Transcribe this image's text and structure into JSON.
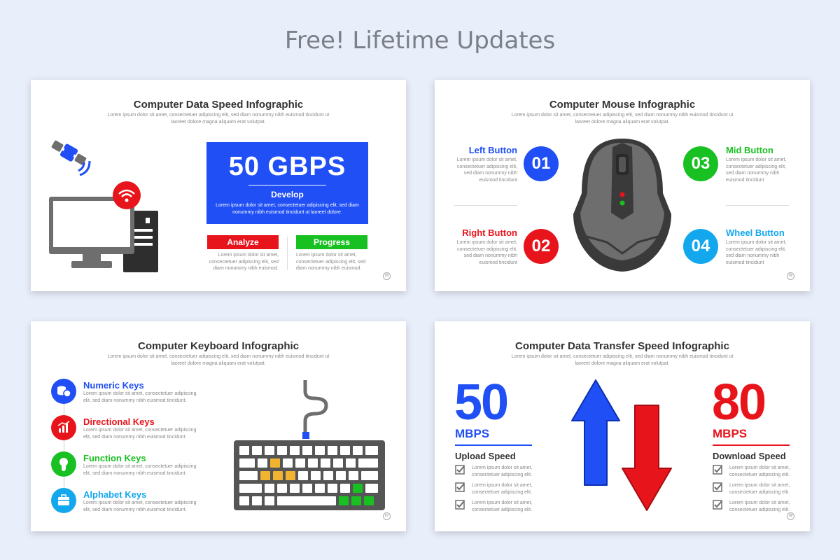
{
  "page_title": "Free! Lifetime Updates",
  "lorem_sub": "Lorem ipsum dolor sit amet, consectetuer adipiscing elit, sed diam nonummy nibh euismod tincidunt ut laoreet dolore magna aliquam erat volutpat.",
  "colors": {
    "blue": "#1f4ff5",
    "red": "#e8141b",
    "green": "#19c022",
    "cyan": "#13a7ee",
    "gray": "#6e6e6e"
  },
  "slide1": {
    "title": "Computer Data Speed Infographic",
    "big_value": "50 GBPS",
    "box_label": "Develop",
    "box_text": "Lorem ipsum dolor sit amet, consectetuer adipiscing elit, sed diam nonummy nibh euismod tincidunt ut laoreet dolore.",
    "tag1": "Analyze",
    "tag2": "Progress",
    "tag_text": "Lorem ipsum dolor sit amet, consectetuer adipiscing elit, sed diam nonummy nibh euismod.",
    "page": "05"
  },
  "slide2": {
    "title": "Computer Mouse Infographic",
    "items": [
      {
        "label": "Left Button",
        "num": "01",
        "text": "Lorem ipsum dolor sit amet, consectetuer adipiscing elit, sed diam nonummy nibh euismod tincidunt"
      },
      {
        "label": "Right Button",
        "num": "02",
        "text": "Lorem ipsum dolor sit amet, consectetuer adipiscing elit, sed diam nonummy nibh euismod tincidunt"
      },
      {
        "label": "Mid Button",
        "num": "03",
        "text": "Lorem ipsum dolor sit amet, consectetuer adipiscing elit, sed diam nonummy nibh euismod tincidunt"
      },
      {
        "label": "Wheel Button",
        "num": "04",
        "text": "Lorem ipsum dolor sit amet, consectetuer adipiscing elit, sed diam nonummy nibh euismod tincidunt"
      }
    ],
    "page": "06"
  },
  "slide3": {
    "title": "Computer Keyboard Infographic",
    "items": [
      {
        "label": "Numeric Keys",
        "icon": "coins-icon",
        "text": "Lorem ipsum dolor sit amet, consectetuer adipiscing elit, sed diam nonummy nibh euismod tincidunt."
      },
      {
        "label": "Directional Keys",
        "icon": "chart-icon",
        "text": "Lorem ipsum dolor sit amet, consectetuer adipiscing elit, sed diam nonummy nibh euismod tincidunt."
      },
      {
        "label": "Function Keys",
        "icon": "lightbulb-icon",
        "text": "Lorem ipsum dolor sit amet, consectetuer adipiscing elit, sed diam nonummy nibh euismod tincidunt."
      },
      {
        "label": "Alphabet Keys",
        "icon": "briefcase-icon",
        "text": "Lorem ipsum dolor sit amet, consectetuer adipiscing elit, sed diam nonummy nibh euismod tincidunt."
      }
    ],
    "page": "07"
  },
  "slide4": {
    "title": "Computer Data Transfer Speed Infographic",
    "upload_value": "50",
    "upload_unit": "MBPS",
    "upload_label": "Upload Speed",
    "download_value": "80",
    "download_unit": "MBPS",
    "download_label": "Download Speed",
    "check_text": "Lorem ipsum dolor sit amet, consectetuer adipiscing elit.",
    "page": "08"
  }
}
